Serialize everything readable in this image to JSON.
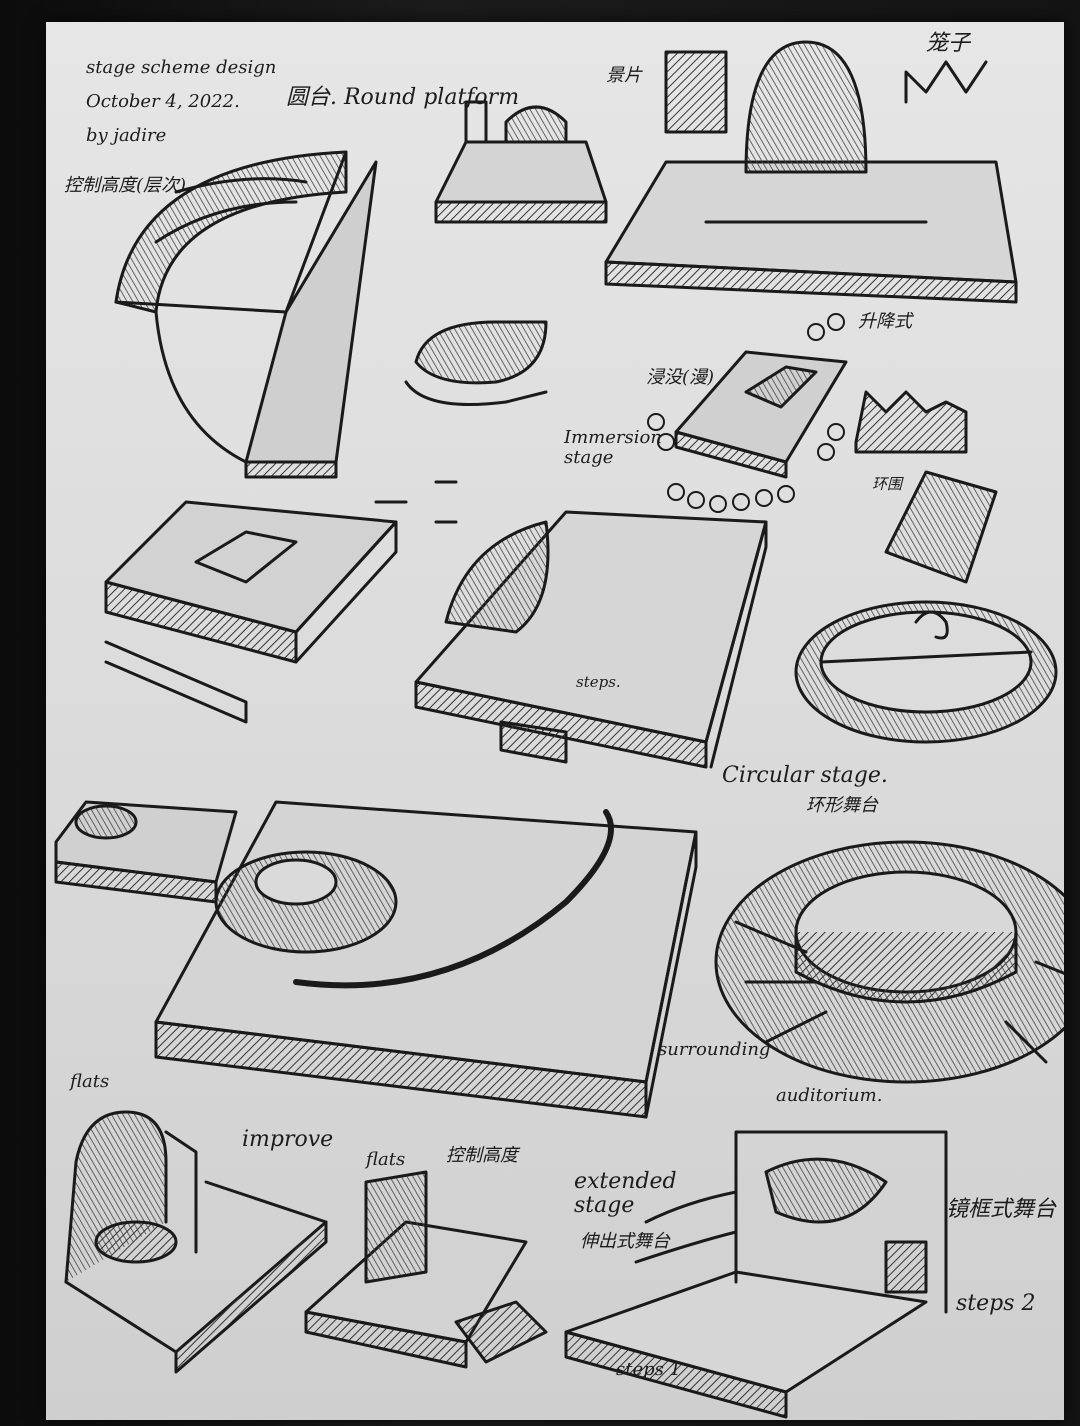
{
  "header": {
    "title": "stage scheme design",
    "date": "October 4, 2022.",
    "author": "by jadire"
  },
  "labels": {
    "control_height_zh": "控制高度(层次)",
    "round_platform": "圆台. Round platform",
    "flats_top_zh": "景片",
    "cage_zh": "笼子",
    "immersion_zh": "浸没(漫)",
    "lift_zh": "升降式",
    "immersion_stage": "Immersion stage",
    "surround_zh": "环围",
    "steps": "steps.",
    "circular_stage": "Circular stage.",
    "circular_stage_zh": "环形舞台",
    "surrounding": "surrounding",
    "auditorium": "auditorium.",
    "flats": "flats",
    "improve": "improve",
    "flats2": "flats",
    "control_height2_zh": "控制高度",
    "extended_stage": "extended stage",
    "extended_stage_zh": "伸出式舞台",
    "proscenium_zh": "镜框式舞台",
    "steps2": "steps 2",
    "steps1": "steps 1"
  },
  "colors": {
    "paper": "#dedede",
    "graphite": "#1a1a1a",
    "shade": "#5a5a5a"
  }
}
